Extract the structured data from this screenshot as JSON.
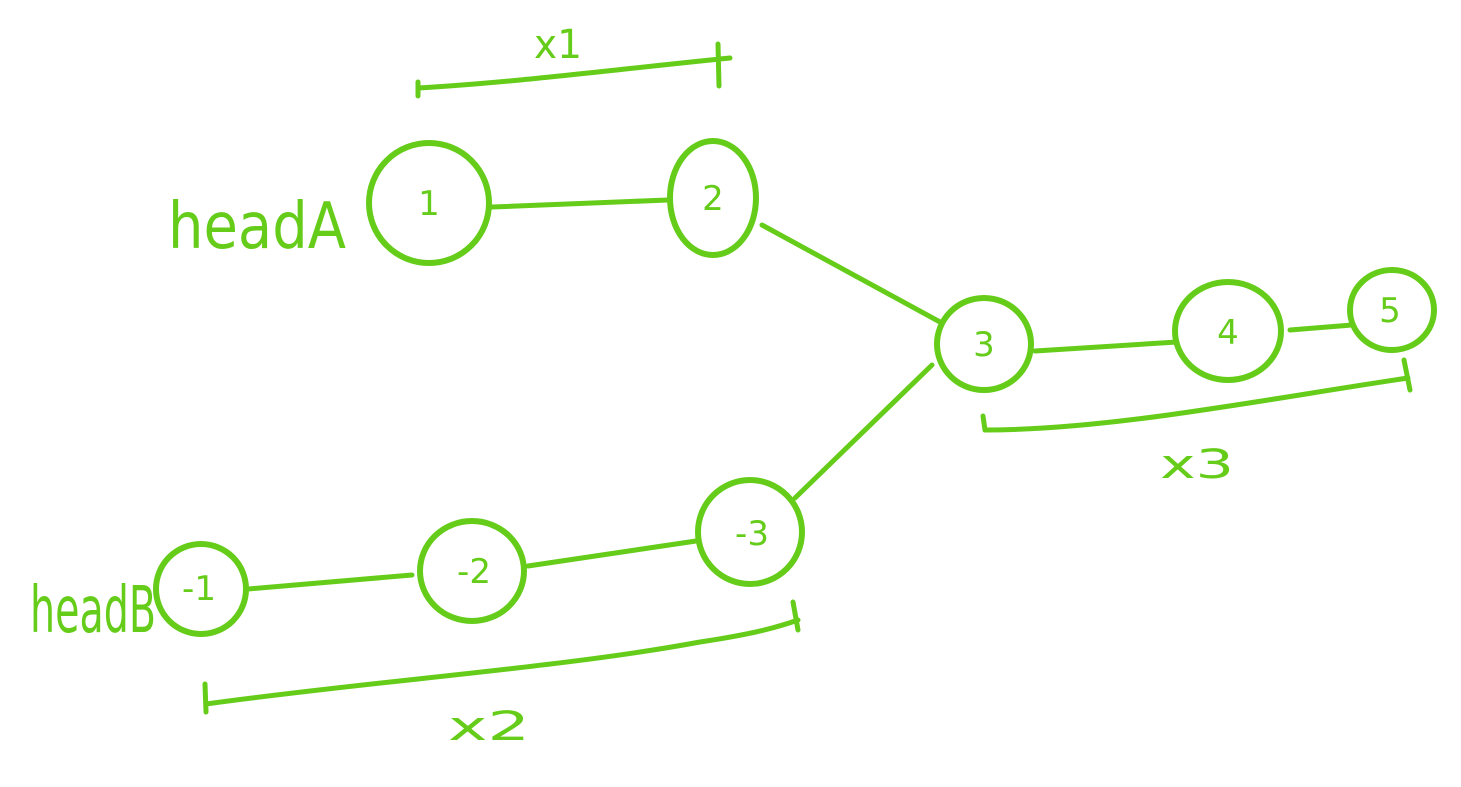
{
  "accent_color": "#66cc1a",
  "labels": {
    "head_a": "headA",
    "head_b": "headB"
  },
  "nodes": [
    {
      "id": "n1",
      "label": "1"
    },
    {
      "id": "n2",
      "label": "2"
    },
    {
      "id": "n3",
      "label": "3"
    },
    {
      "id": "n4",
      "label": "4"
    },
    {
      "id": "n5",
      "label": "5"
    },
    {
      "id": "nm1",
      "label": "-1"
    },
    {
      "id": "nm2",
      "label": "-2"
    },
    {
      "id": "nm3",
      "label": "-3"
    }
  ],
  "edges": [
    [
      "n1",
      "n2"
    ],
    [
      "n2",
      "n3"
    ],
    [
      "n3",
      "n4"
    ],
    [
      "n4",
      "n5"
    ],
    [
      "nm1",
      "nm2"
    ],
    [
      "nm2",
      "nm3"
    ],
    [
      "nm3",
      "n3"
    ]
  ],
  "spans": {
    "x1": "x1",
    "x2": "x2",
    "x3": "x3"
  }
}
